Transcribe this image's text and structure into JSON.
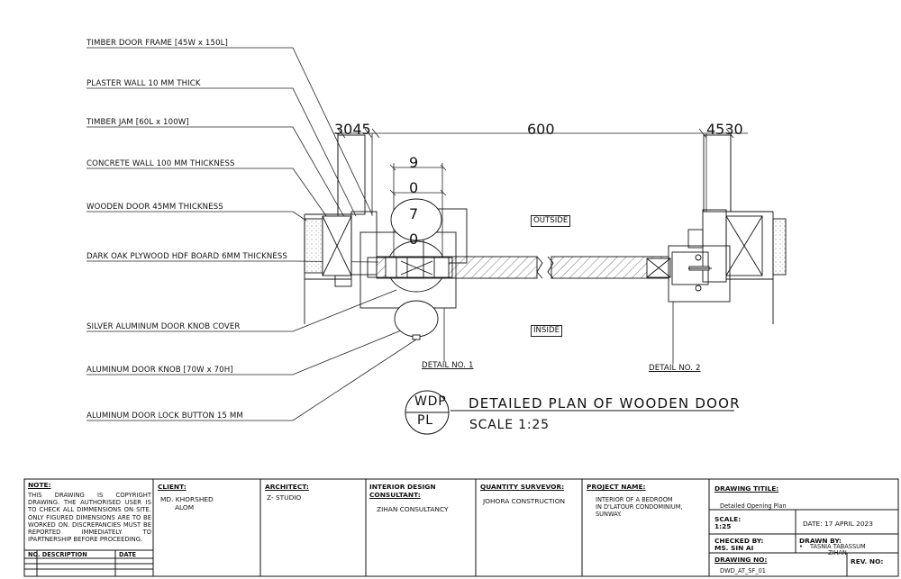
{
  "labels": [
    "TIMBER DOOR FRAME [45W x 150L]",
    "PLASTER WALL 10 MM THICK",
    "TIMBER JAM [60L x 100W]",
    "CONCRETE WALL 100 MM THICKNESS",
    "WOODEN DOOR 45MM THICKNESS",
    "DARK OAK PLYWOOD HDF BOARD 6MM THICKNESS",
    "SILVER ALUMINUM DOOR KNOB COVER",
    "ALUMINUM DOOR KNOB [70W x 70H]",
    "ALUMINUM DOOR LOCK BUTTON 15 MM"
  ],
  "dimensions": {
    "left": "3045",
    "center": "600",
    "right": "4530",
    "knob_digits": [
      "9",
      "0",
      "7",
      "0"
    ]
  },
  "tags": {
    "outside": "OUTSIDE",
    "inside": "INSIDE",
    "detail1": "DETAIL NO. 1",
    "detail2": "DETAIL NO. 2"
  },
  "drawing_title": {
    "code_top": "WDP",
    "code_bottom": "PL",
    "title": "DETAILED PLAN OF WOODEN DOOR",
    "scale": "SCALE 1:25"
  },
  "title_block": {
    "note_heading": "NOTE:",
    "note_text": "THIS DRAWING IS COPYRIGHT DRAWING. THE AUTHORISED USER IS TO CHECK ALL DIMMENSIONS ON SITE. ONLY FIGURED DIMENSIONS ARE TO BE WORKED ON. DISCREPANCIES MUST BE REPORTED IMMEDIATELY TO IPARTNERSHIP BEFORE PROCEEDING.",
    "no_description": "NO. DESCRIPTION",
    "date_heading": "DATE",
    "client_heading": "CLIENT:",
    "client_line1": "MD. KHORSHED",
    "client_line2": "ALOM",
    "architect_heading": "ARCHITECT:",
    "architect": "Z- STUDIO",
    "interior_heading_1": "INTERIOR DESIGN",
    "interior_heading_2": "CONSULTANT:",
    "interior": "ZIHAN CONSULTANCY",
    "qs_heading": "QUANTITY SURVEVOR:",
    "qs": "JOHORA CONSTRUCTION",
    "project_heading": "PROJECT NAME:",
    "project_line1": "INTERIOR OF A BEDROOM",
    "project_line2": "IN D'LATOUR CONDOMINIUM,",
    "project_line3": "SUNWAY.",
    "drawing_title_heading": "DRAWING TITILE:",
    "drawing_title_value": "Detailed Opening Plan",
    "scale_heading": "SCALE:",
    "scale_value": "1:25",
    "date_value": "DATE: 17 APRIL 2023",
    "checked_heading": "CHECKED BY:",
    "checked_value": "MS. SIN AI",
    "drawn_heading": "DRAWN BY:",
    "drawn_line1": "TASNIA TABASSUM",
    "drawn_line2": "ZIHAN",
    "drawn_bullet": "•",
    "drawing_no_heading": "DRAWING NO:",
    "drawing_no_value": "DWD_AT_SF_01",
    "rev_heading": "REV. NO:"
  }
}
